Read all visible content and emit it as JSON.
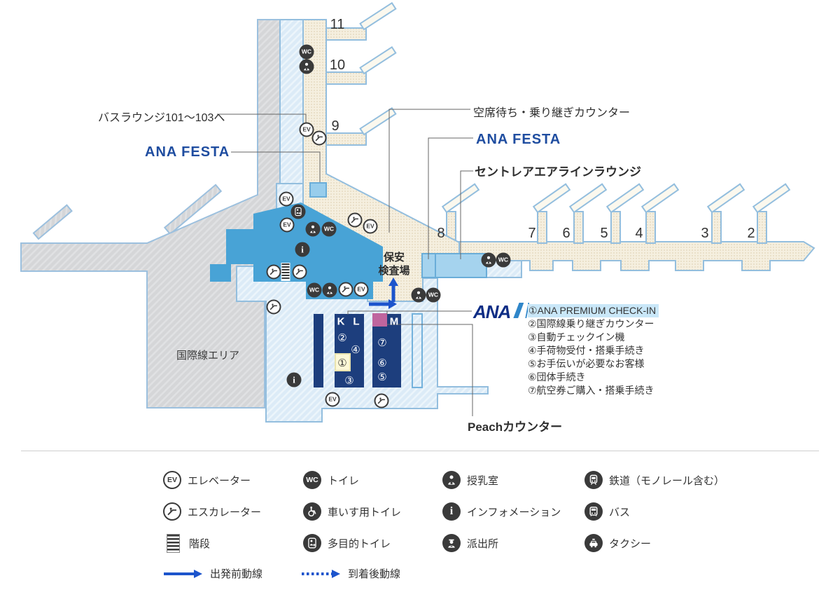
{
  "map": {
    "gates_top": [
      "11",
      "10",
      "9"
    ],
    "gates_right": [
      "8",
      "7",
      "6",
      "5",
      "4",
      "3",
      "2"
    ],
    "labels": {
      "bus_lounge": "バスラウンジ101〜103へ",
      "ana_festa_left": "ANA FESTA",
      "standby_counter": "空席待ち・乗り継ぎカウンター",
      "ana_festa_right": "ANA FESTA",
      "centrair_lounge": "セントレアエアラインラウンジ",
      "security_line1": "保安",
      "security_line2": "検査場",
      "international_area": "国際線エリア",
      "peach_counter": "Peachカウンター"
    },
    "counters": {
      "letter_k": "K",
      "letter_l": "L",
      "letter_m": "M",
      "kl_numbers": [
        "②",
        "④",
        "①",
        "③"
      ],
      "m_numbers": [
        "⑦",
        "⑥",
        "⑤"
      ]
    },
    "ana_info": {
      "logo": "ANA",
      "items": [
        {
          "text": "①ANA PREMIUM CHECK-IN",
          "highlight": true
        },
        {
          "text": "②国際線乗り継ぎカウンター",
          "highlight": false
        },
        {
          "text": "③自動チェックイン機",
          "highlight": false
        },
        {
          "text": "④手荷物受付・搭乗手続き",
          "highlight": false
        },
        {
          "text": "⑤お手伝いが必要なお客様",
          "highlight": false
        },
        {
          "text": "⑥団体手続き",
          "highlight": false
        },
        {
          "text": "⑦航空券ご購入・搭乗手続き",
          "highlight": false
        }
      ]
    },
    "icon_text": {
      "elevator": "EV",
      "toilet": "WC",
      "information": "i"
    }
  },
  "legend": {
    "items": [
      {
        "icon": "elevator",
        "label": "エレベーター"
      },
      {
        "icon": "toilet",
        "label": "トイレ"
      },
      {
        "icon": "nursing-room",
        "label": "授乳室"
      },
      {
        "icon": "train",
        "label": "鉄道（モノレール含む）"
      },
      {
        "icon": "escalator",
        "label": "エスカレーター"
      },
      {
        "icon": "wheelchair-toilet",
        "label": "車いす用トイレ"
      },
      {
        "icon": "information",
        "label": "インフォメーション"
      },
      {
        "icon": "bus",
        "label": "バス"
      },
      {
        "icon": "stairs",
        "label": "階段"
      },
      {
        "icon": "multipurpose-toilet",
        "label": "多目的トイレ"
      },
      {
        "icon": "police-box",
        "label": "派出所"
      },
      {
        "icon": "taxi",
        "label": "タクシー"
      }
    ],
    "flows": [
      {
        "style": "solid",
        "label": "出発前動線"
      },
      {
        "style": "dotted",
        "label": "到着後動線"
      }
    ]
  },
  "colors": {
    "flow_blue": "#1c54cc",
    "ana_navy": "#0d2d85",
    "counter_navy": "#1d3e7d",
    "peach_pink": "#bf659e",
    "highlight_bg": "#c9e7f8",
    "premium_yellow": "#fdf8d7"
  }
}
